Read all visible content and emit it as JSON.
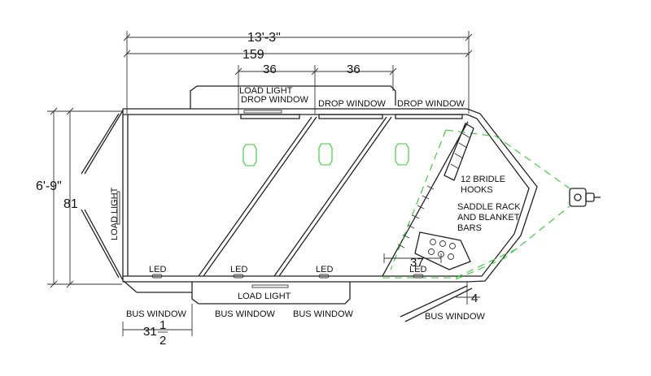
{
  "dimensions": {
    "overall_length": "13'-3\"",
    "box_length": "159",
    "window_span_1": "36",
    "window_span_2": "36",
    "overall_height": "6'-9\"",
    "box_height": "81",
    "rear_offset_whole": "31",
    "rear_offset_num": "1",
    "rear_offset_den": "2",
    "tack_depth": "37",
    "nose_offset": "4"
  },
  "labels": {
    "load_light_top": "LOAD LIGHT",
    "drop_window_1": "DROP WINDOW",
    "drop_window_2": "DROP WINDOW",
    "drop_window_3": "DROP WINDOW",
    "load_light_rear": "LOAD LIGHT",
    "load_light_bottom": "LOAD LIGHT",
    "led_1": "LED",
    "led_2": "LED",
    "led_3": "LED",
    "led_4": "LED",
    "bus_window_1": "BUS WINDOW",
    "bus_window_2": "BUS WINDOW",
    "bus_window_3": "BUS WINDOW",
    "bus_window_4": "BUS WINDOW",
    "bridle_hooks_l1": "12 BRIDLE",
    "bridle_hooks_l2": "HOOKS",
    "saddle_rack_l1": "SADDLE RACK",
    "saddle_rack_l2": "AND BLANKET",
    "saddle_rack_l3": "BARS"
  },
  "colors": {
    "line": "#222222",
    "accent": "#3cc43c"
  }
}
